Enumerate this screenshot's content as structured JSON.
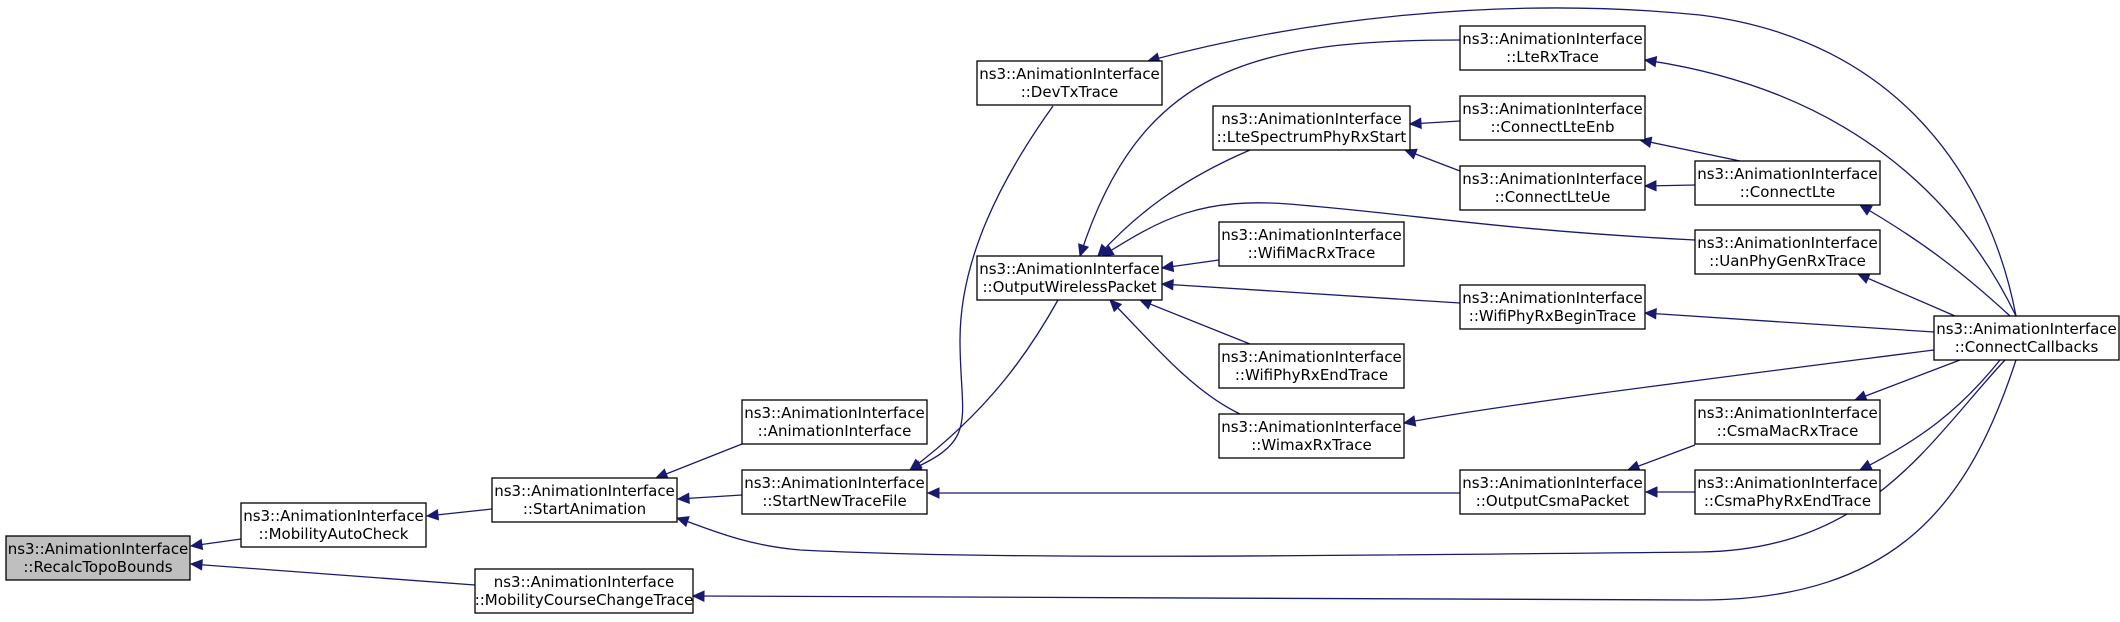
{
  "graph": {
    "edge_color": "#191970",
    "root_fill": "#bfbfbf",
    "nodes": [
      {
        "id": "recalc",
        "line1": "ns3::AnimationInterface",
        "line2": "::RecalcTopoBounds",
        "root": true
      },
      {
        "id": "mobauto",
        "line1": "ns3::AnimationInterface",
        "line2": "::MobilityAutoCheck"
      },
      {
        "id": "mobcourse",
        "line1": "ns3::AnimationInterface",
        "line2": "::MobilityCourseChangeTrace"
      },
      {
        "id": "startanim",
        "line1": "ns3::AnimationInterface",
        "line2": "::StartAnimation"
      },
      {
        "id": "animiface",
        "line1": "ns3::AnimationInterface",
        "line2": "::AnimationInterface"
      },
      {
        "id": "starttrace",
        "line1": "ns3::AnimationInterface",
        "line2": "::StartNewTraceFile"
      },
      {
        "id": "devtx",
        "line1": "ns3::AnimationInterface",
        "line2": "::DevTxTrace"
      },
      {
        "id": "outwireless",
        "line1": "ns3::AnimationInterface",
        "line2": "::OutputWirelessPacket"
      },
      {
        "id": "ltespec",
        "line1": "ns3::AnimationInterface",
        "line2": "::LteSpectrumPhyRxStart"
      },
      {
        "id": "wifimac",
        "line1": "ns3::AnimationInterface",
        "line2": "::WifiMacRxTrace"
      },
      {
        "id": "wifiphyend",
        "line1": "ns3::AnimationInterface",
        "line2": "::WifiPhyRxEndTrace"
      },
      {
        "id": "wimax",
        "line1": "ns3::AnimationInterface",
        "line2": "::WimaxRxTrace"
      },
      {
        "id": "lterx",
        "line1": "ns3::AnimationInterface",
        "line2": "::LteRxTrace"
      },
      {
        "id": "conlteenb",
        "line1": "ns3::AnimationInterface",
        "line2": "::ConnectLteEnb"
      },
      {
        "id": "conlteue",
        "line1": "ns3::AnimationInterface",
        "line2": "::ConnectLteUe"
      },
      {
        "id": "wifiphybegin",
        "line1": "ns3::AnimationInterface",
        "line2": "::WifiPhyRxBeginTrace"
      },
      {
        "id": "outcsma",
        "line1": "ns3::AnimationInterface",
        "line2": "::OutputCsmaPacket"
      },
      {
        "id": "conlte",
        "line1": "ns3::AnimationInterface",
        "line2": "::ConnectLte"
      },
      {
        "id": "uanphy",
        "line1": "ns3::AnimationInterface",
        "line2": "::UanPhyGenRxTrace"
      },
      {
        "id": "csmamac",
        "line1": "ns3::AnimationInterface",
        "line2": "::CsmaMacRxTrace"
      },
      {
        "id": "csmaphyend",
        "line1": "ns3::AnimationInterface",
        "line2": "::CsmaPhyRxEndTrace"
      },
      {
        "id": "concallbacks",
        "line1": "ns3::AnimationInterface",
        "line2": "::ConnectCallbacks"
      }
    ],
    "edges": [
      {
        "from": "mobauto",
        "to": "recalc"
      },
      {
        "from": "mobcourse",
        "to": "recalc"
      },
      {
        "from": "startanim",
        "to": "mobauto"
      },
      {
        "from": "animiface",
        "to": "startanim"
      },
      {
        "from": "starttrace",
        "to": "startanim"
      },
      {
        "from": "devtx",
        "to": "starttrace"
      },
      {
        "from": "outwireless",
        "to": "starttrace"
      },
      {
        "from": "outcsma",
        "to": "starttrace"
      },
      {
        "from": "ltespec",
        "to": "outwireless"
      },
      {
        "from": "lterx",
        "to": "outwireless"
      },
      {
        "from": "uanphy",
        "to": "outwireless"
      },
      {
        "from": "wifimac",
        "to": "outwireless"
      },
      {
        "from": "wifiphybegin",
        "to": "outwireless"
      },
      {
        "from": "wifiphyend",
        "to": "outwireless"
      },
      {
        "from": "wimax",
        "to": "outwireless"
      },
      {
        "from": "conlteenb",
        "to": "ltespec"
      },
      {
        "from": "conlteue",
        "to": "ltespec"
      },
      {
        "from": "conlte",
        "to": "conlteenb"
      },
      {
        "from": "conlte",
        "to": "conlteue"
      },
      {
        "from": "csmamac",
        "to": "outcsma"
      },
      {
        "from": "csmaphyend",
        "to": "outcsma"
      },
      {
        "from": "concallbacks",
        "to": "devtx"
      },
      {
        "from": "concallbacks",
        "to": "lterx"
      },
      {
        "from": "concallbacks",
        "to": "conlte"
      },
      {
        "from": "concallbacks",
        "to": "uanphy"
      },
      {
        "from": "concallbacks",
        "to": "wifiphybegin"
      },
      {
        "from": "concallbacks",
        "to": "wimax"
      },
      {
        "from": "concallbacks",
        "to": "csmamac"
      },
      {
        "from": "concallbacks",
        "to": "csmaphyend"
      },
      {
        "from": "concallbacks",
        "to": "startanim"
      },
      {
        "from": "concallbacks",
        "to": "mobcourse"
      }
    ]
  }
}
